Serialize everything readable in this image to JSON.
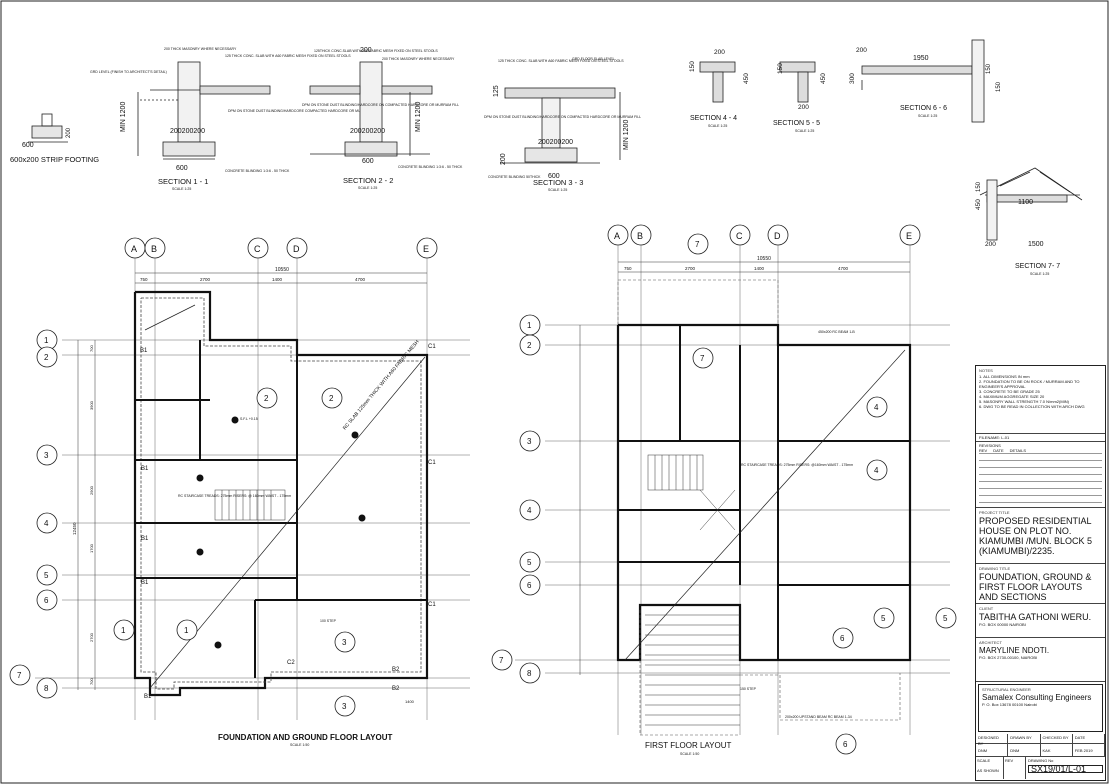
{
  "sections": {
    "s11": {
      "title": "SECTION 1 - 1",
      "scale": "SCALE 1:25",
      "dim_min": "MIN 1200",
      "dim_600": "600",
      "dims_200": "200200200",
      "notes": [
        "200 THICK MASONRY WHERE NECESSARY",
        "125 THICK CONC. SLAB WITH A60 FABRIC MESH FIXED ON STEEL STOOLS",
        "GRD LEVEL (FINISH TO ARCHITECT'S DETAIL)",
        "DPM ON STONE DUST BLINDING/HARDCORE COMPACTED HARDCORE OR MURRAM FILL",
        "CONCRETE BLINDING 1:3:6 - 50 THICK"
      ]
    },
    "s22": {
      "title": "SECTION 2 - 2",
      "scale": "SCALE 1:25",
      "dim_min": "MIN 1200",
      "dim_600": "600",
      "dims_200": "200200200",
      "dim_top": "200",
      "notes": [
        "125THICK CONC.SLAB WITH A60 FABRIC MESH FIXED ON STEEL STOOLS",
        "200 THICK MASONRY WHERE NECESSARY",
        "DPM ON STONE DUST BLINDING/HARDCORE ON COMPACTED HARDCORE OR MURRAM FILL",
        "CONCRETE BLINDING 1:3:6 - 50 THICK"
      ]
    },
    "s33": {
      "title": "SECTION 3 - 3",
      "scale": "SCALE 1:25",
      "dim_min": "MIN 1200",
      "dim_600": "600",
      "dims_200": "200200200",
      "dim_125": "125",
      "dim_200": "200",
      "notes": [
        "125 THICK CONC. SLAB WITH A60 FABRIC MESH FIXED ON STEEL STOOLS",
        "GRD FLOOR SLAB LEVEL",
        "DPM ON STONE DUST BLINDING/HARDCORE ON COMPACTED HARDCORE OR MURRAM FILL",
        "CONCRETE BLINDING 50THICK"
      ]
    },
    "strip": {
      "title": "600x200 STRIP FOOTING",
      "dim_600": "600",
      "dim_200": "200"
    },
    "s44": {
      "title": "SECTION 4 - 4",
      "scale": "SCALE 1:25",
      "d1": "200",
      "d2": "450",
      "d3": "150"
    },
    "s55": {
      "title": "SECTION 5 - 5",
      "scale": "SCALE 1:25",
      "d1": "150",
      "d2": "450",
      "d3": "200"
    },
    "s66": {
      "title": "SECTION 6 - 6",
      "scale": "SCALE 1:25",
      "d1": "200",
      "d2": "1950",
      "d3": "300",
      "d4": "150",
      "d5": "150"
    },
    "s77": {
      "title": "SECTION 7- 7",
      "scale": "SCALE 1:25",
      "d1": "1100",
      "d2": "1500",
      "d3": "450",
      "d4": "150",
      "d5": "200"
    }
  },
  "ground_plan": {
    "title": "FOUNDATION AND GROUND FLOOR LAYOUT",
    "scale": "SCALE 1:50",
    "col_grid": [
      "A",
      "B",
      "C",
      "D",
      "E"
    ],
    "row_grid": [
      "1",
      "2",
      "3",
      "4",
      "5",
      "6",
      "7",
      "8"
    ],
    "overall": "10550",
    "dims_top": [
      "750",
      "2700",
      "1400",
      "4700"
    ],
    "dims_left": [
      "700",
      "3900",
      "2900",
      "1700",
      "2700",
      "700"
    ],
    "total_left": "12450",
    "slab_note": "RC SLAB 125mm THICK WITH A60 FABRIC MESH",
    "stair_note": "RC STAIRCASE TREADS: 275mm RISERS: @ 160mm WAIST - 175mm",
    "level_tag": "S.F.L +0.15",
    "beam_tags": [
      "B1",
      "B1",
      "B1",
      "B1",
      "B1",
      "B2",
      "B2",
      "C1",
      "C1",
      "C1",
      "C2"
    ],
    "section_marks": [
      "1",
      "1",
      "2",
      "2",
      "3",
      "3"
    ],
    "step": "100 STEP",
    "dim_1400": "1400"
  },
  "first_plan": {
    "title": "FIRST FLOOR LAYOUT",
    "scale": "SCALE 1:50",
    "col_grid": [
      "A",
      "B",
      "C",
      "D",
      "E"
    ],
    "row_grid": [
      "1",
      "2",
      "3",
      "4",
      "5",
      "6",
      "7",
      "8"
    ],
    "overall": "10550",
    "dims_top": [
      "750",
      "2700",
      "1400",
      "4700"
    ],
    "beam_label": "450x200 RC BEAM 1-B",
    "stair_note": "RC STAIRCASE TREADS: 275mm RISERS: @160mm WAIST - 175mm",
    "section_marks": [
      "7",
      "7",
      "4",
      "4",
      "5",
      "5",
      "6",
      "6"
    ],
    "step": "150 STEP",
    "beam_bottom": "200x200 UPSTAND BEAM RC BEAM 1-34"
  },
  "title_block": {
    "notes_label": "NOTES",
    "notes": [
      "1. ALL DIMENSIONS IN mm",
      "2. FOUNDATION TO BE ON ROCK / MURRAM AND TO ENGINEER'S APPROVAL",
      "3. CONCRETE TO BE GRADE 25",
      "4. MAXIMUM AGGREGATE SIZE 20",
      "5. MASONRY WALL STRENGTH 7.0 N/mm2(MIN)",
      "6. DWG TO BE READ IN COLLECTION WITH ARCH DWG"
    ],
    "filename": "FILENAME: L-01",
    "revisions": "REVISIONS",
    "rev_cols": [
      "REV",
      "DATE",
      "DETAILS"
    ],
    "project_label": "PROJECT TITLE",
    "project": "PROPOSED RESIDENTIAL HOUSE ON PLOT NO. KIAMUMBI /MUN. BLOCK 5 (KIAMUMBI)/2235.",
    "drawing_label": "DRAWING TITLE",
    "drawing": "FOUNDATION, GROUND & FIRST FLOOR LAYOUTS AND SECTIONS",
    "client_label": "CLIENT",
    "client": "TABITHA GATHONI WERU.",
    "client_addr": "P.O. BOX 00000 NAIROBI",
    "architect_label": "ARCHITECT",
    "architect": "MARYLINE NDOTI.",
    "architect_addr": "P.O. BOX 2730-00100, NAIROBI",
    "engineer_label": "STRUCTURAL ENGINEER",
    "engineer": "Samalex Consulting Engineers",
    "engineer_addr": "P. O. Box 13678 00100 Nairobi",
    "sign_cols": [
      "DESIGNED BY",
      "DRAWN BY",
      "CHECKED BY",
      "DATE"
    ],
    "sign_vals": [
      "DNM",
      "DNM",
      "KAK",
      "FEB 2019"
    ],
    "scale_label": "SCALE",
    "scale_val": "AS SHOWN",
    "rev_label": "REV",
    "drawing_no_label": "DRAWING No",
    "drawing_no": "SX19/01/L-01"
  }
}
